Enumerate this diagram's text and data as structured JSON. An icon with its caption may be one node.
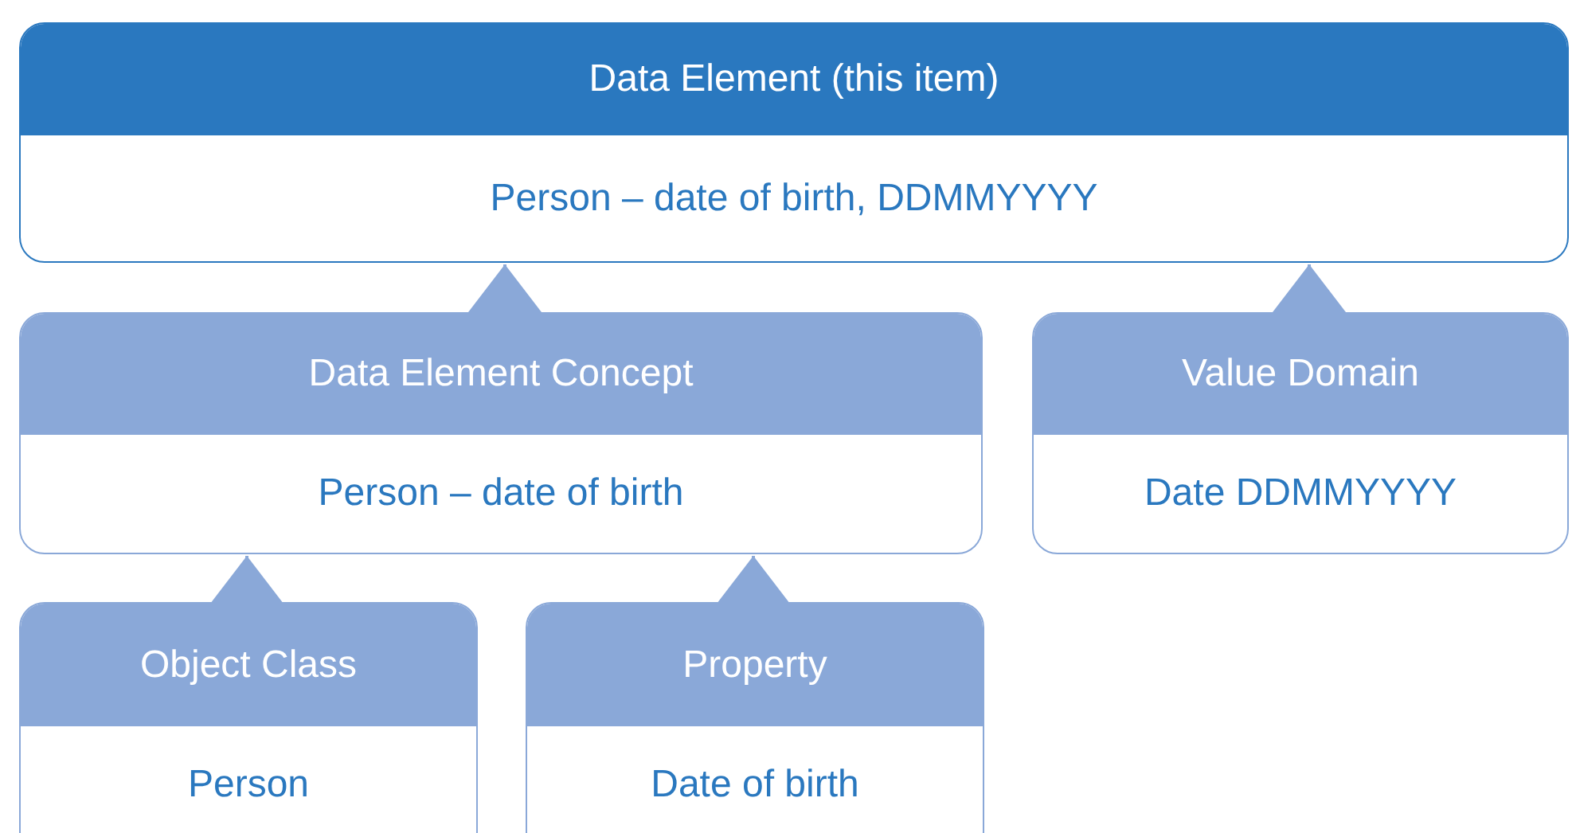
{
  "diagram": {
    "nodes": [
      {
        "text": [
          "Data Element (this item)",
          "Person – date of birth, DDMMYYYY"
        ]
      },
      {
        "text": [
          "Data Element Concept",
          "Person – date of birth"
        ]
      },
      {
        "text": [
          "Value Domain",
          "Date DDMMYYYY"
        ]
      },
      {
        "text": [
          "Object Class",
          "Person"
        ]
      },
      {
        "text": [
          "Property",
          "Date of birth"
        ]
      }
    ],
    "edges": [
      {
        "from": 1,
        "to": 0,
        "arrow": "to"
      },
      {
        "from": 2,
        "to": 0,
        "arrow": "to"
      },
      {
        "from": 3,
        "to": 1,
        "arrow": "to"
      },
      {
        "from": 4,
        "to": 1,
        "arrow": "to"
      }
    ]
  }
}
